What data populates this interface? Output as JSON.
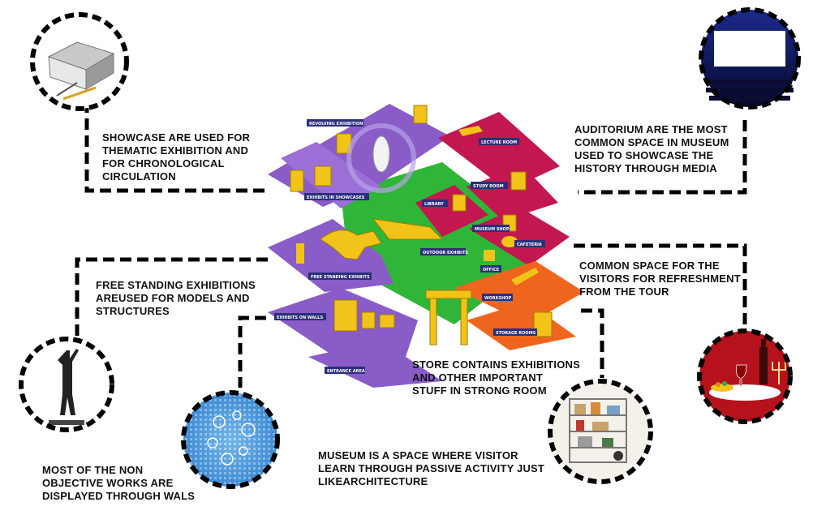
{
  "annotations": {
    "showcase": [
      "SHOWCASE ARE USED FOR",
      "THEMATIC EXHIBITION AND",
      "FOR CHRONOLOGICAL",
      "CIRCULATION"
    ],
    "auditorium": [
      "AUDITORIUM ARE THE MOST",
      "COMMON SPACE IN MUSEUM",
      "USED TO SHOWCASE THE",
      "HISTORY THROUGH MEDIA"
    ],
    "free_standing": [
      "FREE STANDING EXHIBITIONS",
      "AREUSED FOR MODELS AND",
      "STRUCTURES"
    ],
    "common_space": [
      "COMMON SPACE FOR THE",
      "VISITORS FOR REFRESHMENT",
      "FROM THE TOUR"
    ],
    "store": [
      "STORE CONTAINS EXHIBITIONS",
      "AND OTHER IMPORTANT",
      "STUFF IN STRONG ROOM"
    ],
    "museum": [
      "MUSEUM IS A SPACE WHERE VISITOR",
      "LEARN THROUGH PASSIVE ACTIVITY JUST",
      "LIKEARCHITECTURE"
    ],
    "walls": [
      "MOST OF THE NON",
      "OBJECTIVE WORKS ARE",
      "DISPLAYED THROUGH WALS"
    ]
  },
  "plan_labels": {
    "revolving": "REVOLVING EXHIBITION",
    "showcases": "EXHIBITS IN SHOWCASES",
    "lecture": "LECTURE ROOM",
    "study": "STUDY ROOM",
    "library": "LIBRARY",
    "museum_shop": "MUSEUM SHOP",
    "cafeteria": "CAFETERIA",
    "outdoor": "OUTDOOR EXHIBITS",
    "free_standing": "FREE STANDING EXHIBITS",
    "office": "OFFICE",
    "workshop": "WORKSHOP",
    "walls": "EXHIBITS ON WALLS",
    "storage": "STORAGE ROOMS",
    "entrance": "ENTRANCE AREA"
  },
  "colors": {
    "purple": "#8a5cc8",
    "green": "#2fb538",
    "magenta": "#c2184f",
    "orange": "#f0651e",
    "yellow": "#f2c318",
    "label_bg": "#2b2f7a"
  }
}
